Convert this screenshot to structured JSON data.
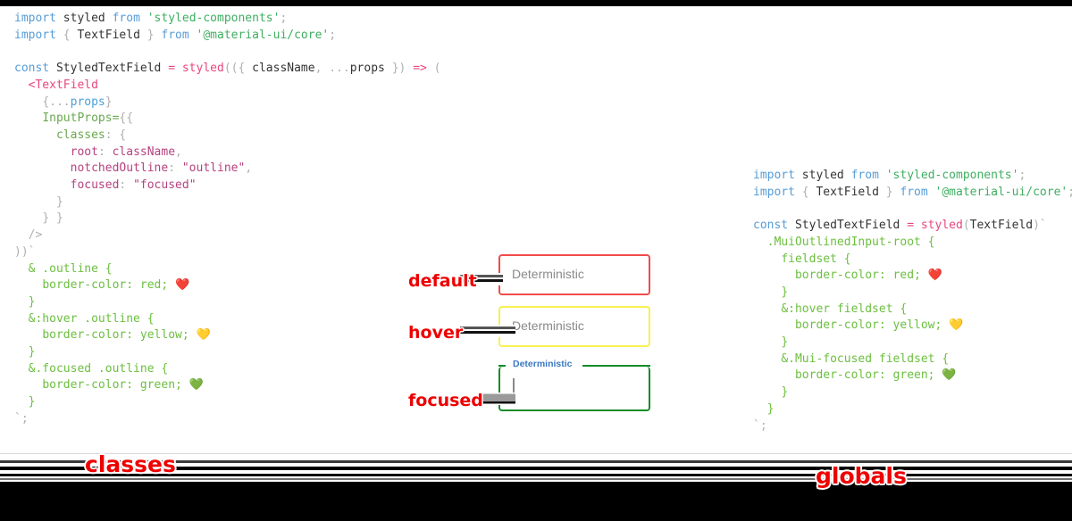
{
  "bars": {
    "top": "",
    "bottom": ""
  },
  "code_left": {
    "lines": [
      "import styled from 'styled-components';",
      "import { TextField } from '@material-ui/core';",
      "",
      "const StyledTextField = styled(({ className, ...props }) => (",
      "  <TextField",
      "    {...props}",
      "    InputProps={{",
      "      classes: {",
      "        root: className,",
      "        notchedOutline: \"outline\",",
      "        focused: \"focused\"",
      "      }",
      "    } }",
      "  />",
      "))`",
      "  & .outline {",
      "    border-color: red; ❤️",
      "  }",
      "  &:hover .outline {",
      "    border-color: yellow; 💛",
      "  }",
      "  &.focused .outline {",
      "    border-color: green; 💚",
      "  }",
      "`;"
    ]
  },
  "code_right": {
    "lines": [
      "import styled from 'styled-components';",
      "import { TextField } from '@material-ui/core';",
      "",
      "const StyledTextField = styled(TextField)`",
      "  .MuiOutlinedInput-root {",
      "    fieldset {",
      "      border-color: red; ❤️",
      "    }",
      "    &:hover fieldset {",
      "      border-color: yellow; 💛",
      "    }",
      "    &.Mui-focused fieldset {",
      "      border-color: green; 💚",
      "    }",
      "  }",
      "`;"
    ]
  },
  "demo": {
    "rows": [
      {
        "state_label": "default",
        "field_value": "Deterministic",
        "border_color": "#f04b4b"
      },
      {
        "state_label": "hover",
        "field_value": "Deterministic",
        "border_color": "#f7f052"
      },
      {
        "state_label": "focused",
        "field_value": "",
        "float_label": "Deterministic",
        "border_color": "#148c28",
        "label_color": "#3b78c4"
      }
    ]
  },
  "banner": {
    "left_label": "classes",
    "right_label": "globals",
    "label_color": "#ee0000"
  }
}
